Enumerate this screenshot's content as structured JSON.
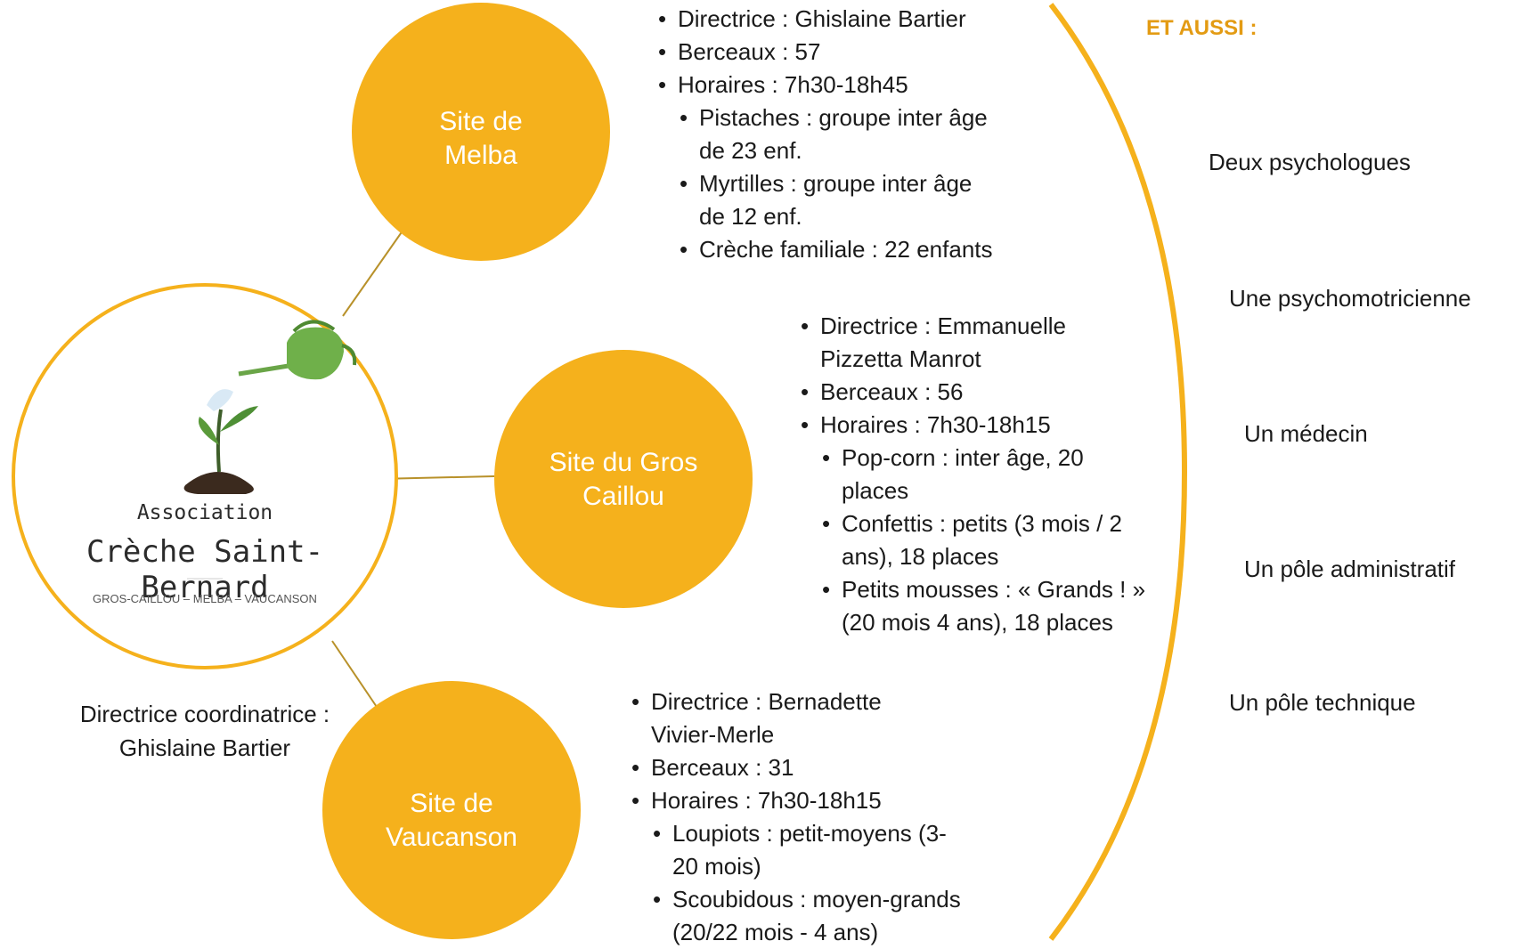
{
  "colors": {
    "accent": "#f5b11c",
    "connector": "#b8912a",
    "heading": "#e39b13"
  },
  "logo": {
    "line1": "Association",
    "line2": "Crèche Saint-Bernard",
    "line3": "GROS-CAILLOU – MELBA – VAUCANSON"
  },
  "coordinator": {
    "line1": "Directrice coordinatrice :",
    "line2": "Ghislaine Bartier"
  },
  "sites": {
    "melba": {
      "label": "Site de\nMelba",
      "details": [
        "Directrice : Ghislaine Bartier",
        "Berceaux : 57",
        "Horaires : 7h30-18h45",
        "Pistaches : groupe inter âge de 23 enf.",
        "Myrtilles : groupe inter âge de 12 enf.",
        "Crèche familiale : 22 enfants"
      ]
    },
    "gros_caillou": {
      "label": "Site du Gros\nCaillou",
      "details": [
        "Directrice : Emmanuelle Pizzetta Manrot",
        "Berceaux : 56",
        "Horaires : 7h30-18h15",
        "Pop-corn : inter âge, 20 places",
        "Confettis : petits (3 mois / 2 ans), 18 places",
        "Petits mousses : « Grands ! » (20 mois 4 ans), 18 places"
      ]
    },
    "vaucanson": {
      "label": "Site de\nVaucanson",
      "details": [
        "Directrice : Bernadette Vivier-Merle",
        "Berceaux : 31",
        "Horaires : 7h30-18h15",
        "Loupiots : petit-moyens (3-20 mois)",
        "Scoubidous : moyen-grands (20/22 mois - 4 ans)"
      ]
    }
  },
  "et_aussi": {
    "heading": "ET AUSSI :",
    "items": [
      "Deux psychologues",
      "Une psychomotricienne",
      "Un médecin",
      "Un pôle administratif",
      "Un pôle technique"
    ]
  }
}
